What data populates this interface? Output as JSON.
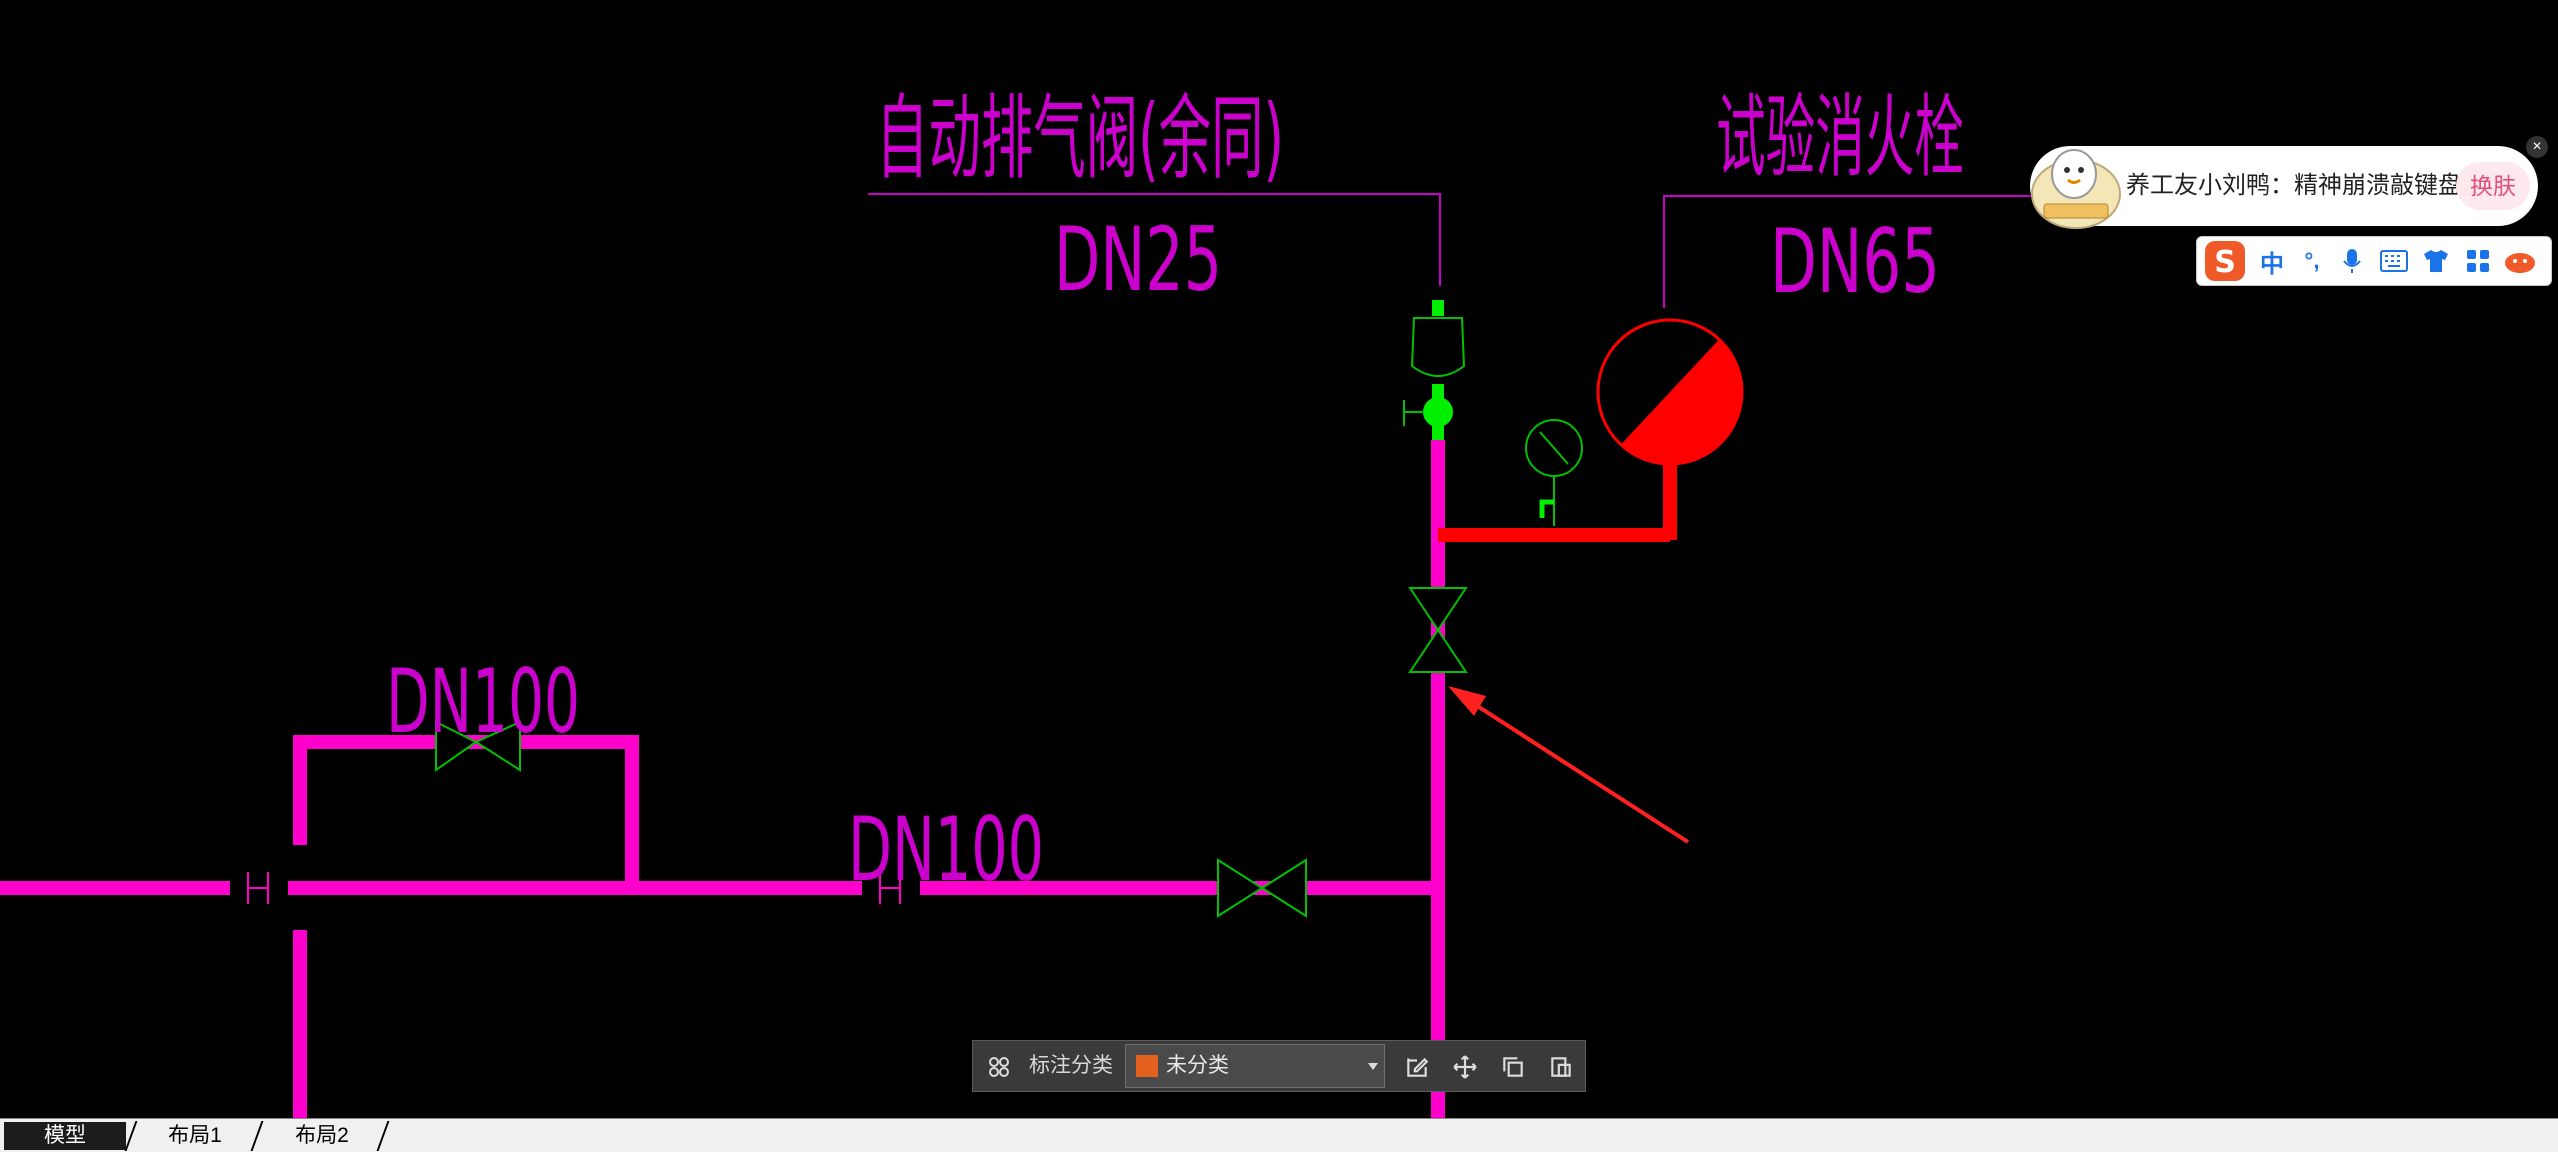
{
  "drawing": {
    "label_air_valve": "自动排气阀(余同)",
    "label_dn25": "DN25",
    "label_test_hydrant": "试验消火栓",
    "label_dn65": "DN65",
    "label_dn100_upper": "DN100",
    "label_dn100_lower": "DN100",
    "colors": {
      "pipe": "#ff00cc",
      "text": "#cc00cc",
      "hydrant": "#ff0000",
      "fitting": "#00c000",
      "air_valve_green": "#00ee00"
    }
  },
  "annotation_toolbar": {
    "label": "标注分类",
    "selected": "未分类",
    "swatch_color": "#e4601e",
    "icons": [
      "grid-icon",
      "edit-icon",
      "move-icon",
      "copy-icon",
      "paste-icon"
    ]
  },
  "tabs": [
    {
      "label": "模型",
      "active": true
    },
    {
      "label": "布局1",
      "active": false
    },
    {
      "label": "布局2",
      "active": false
    }
  ],
  "ime": {
    "message": "养工友小刘鸭：精神崩溃敲键盘",
    "skin_button": "换肤",
    "toolbar": {
      "lang": "中",
      "punct": "°,",
      "icons": [
        "sogou-logo-icon",
        "punctuation-icon",
        "microphone-icon",
        "keyboard-icon",
        "skin-icon",
        "toolbox-icon",
        "mascot-icon"
      ]
    }
  }
}
